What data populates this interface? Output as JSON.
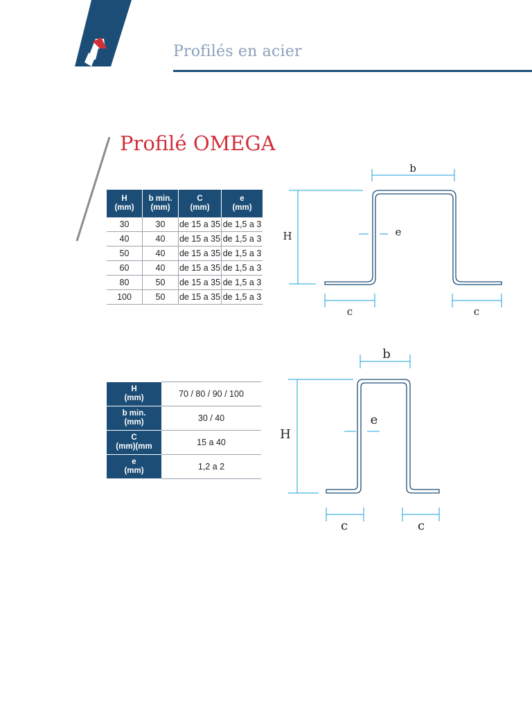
{
  "header": {
    "title": "Profilés en acier"
  },
  "section": {
    "title": "Profilé OMEGA"
  },
  "colors": {
    "brand_blue": "#1c4d76",
    "brand_red": "#d0303a",
    "dimension_cyan": "#1aa0d8"
  },
  "table1": {
    "headers": [
      {
        "line1": "H",
        "line2": "(mm)"
      },
      {
        "line1": "b min.",
        "line2": "(mm)"
      },
      {
        "line1": "C",
        "line2": "(mm)"
      },
      {
        "line1": "e",
        "line2": "(mm)"
      }
    ],
    "rows": [
      [
        "30",
        "30",
        "de 15 a 35",
        "de 1,5 a 3"
      ],
      [
        "40",
        "40",
        "de 15 a 35",
        "de 1,5 a 3"
      ],
      [
        "50",
        "40",
        "de 15 a 35",
        "de 1,5 a 3"
      ],
      [
        "60",
        "40",
        "de 15 a 35",
        "de 1,5 a 3"
      ],
      [
        "80",
        "50",
        "de 15 a 35",
        "de 1,5 a 3"
      ],
      [
        "100",
        "50",
        "de 15 a 35",
        "de 1,5 a 3"
      ]
    ]
  },
  "table2": {
    "rows": [
      {
        "line1": "H",
        "line2": "(mm)",
        "value": "70 / 80 / 90 / 100"
      },
      {
        "line1": "b min.",
        "line2": "(mm)",
        "value": "30 / 40"
      },
      {
        "line1": "C",
        "line2": "(mm)(mm",
        "value": "15 a 40"
      },
      {
        "line1": "e",
        "line2": "(mm)",
        "value": "1,2 a 2"
      }
    ]
  },
  "diagram1": {
    "label_b": "b",
    "label_h": "H",
    "label_e": "e",
    "label_c_left": "c",
    "label_c_right": "c"
  },
  "diagram2": {
    "label_b": "b",
    "label_h": "H",
    "label_e": "e",
    "label_c_left": "c",
    "label_c_right": "c"
  }
}
